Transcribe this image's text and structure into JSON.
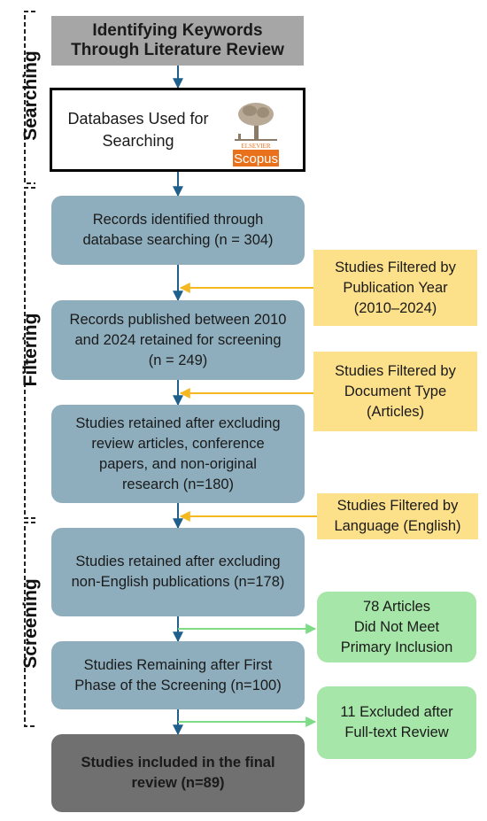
{
  "stages": {
    "searching": "Searching",
    "filtering": "Filtering",
    "screening": "Screening"
  },
  "boxes": {
    "keywords": [
      "Identifying Keywords",
      "Through Literature Review"
    ],
    "databases": [
      "Databases Used for",
      "Searching"
    ],
    "records_identified": [
      "Records identified through",
      "database searching (n = 304)"
    ],
    "records_published": [
      "Records published between 2010",
      "and 2024 retained for screening",
      "(n = 249)"
    ],
    "studies_excluding_reviews": [
      "Studies retained after excluding",
      "review articles, conference",
      "papers, and non-original",
      "research (n=180)"
    ],
    "studies_excluding_non_english": [
      "Studies retained after excluding",
      "non-English publications (n=178)"
    ],
    "studies_remaining": [
      "Studies Remaining after First",
      "Phase of the Screening (n=100)"
    ],
    "final_review": [
      "Studies included in the final",
      "review (n=89)"
    ]
  },
  "filters": {
    "publication_year": [
      "Studies Filtered by",
      "Publication Year",
      "(2010–2024)"
    ],
    "document_type": [
      "Studies Filtered by",
      "Document Type",
      "(Articles)"
    ],
    "language": [
      "Studies Filtered by",
      "Language (English)"
    ]
  },
  "exclusions": {
    "primary_inclusion": [
      "78 Articles",
      "Did Not Meet",
      "Primary Inclusion"
    ],
    "full_text": [
      "11 Excluded after",
      "Full-text Review"
    ]
  },
  "logo": {
    "publisher": "ELSEVIER",
    "name": "Scopus"
  },
  "colors": {
    "header_gray": "#a6a6a6",
    "process_blue": "#8eaebd",
    "filter_yellow": "#fde08a",
    "exclusion_green": "#a6e6a8",
    "final_dark_gray": "#707070",
    "arrow_blue": "#1f5f8b",
    "arrow_yellow": "#f5b820",
    "arrow_green": "#7ddc85",
    "scopus_orange": "#e9711c"
  }
}
